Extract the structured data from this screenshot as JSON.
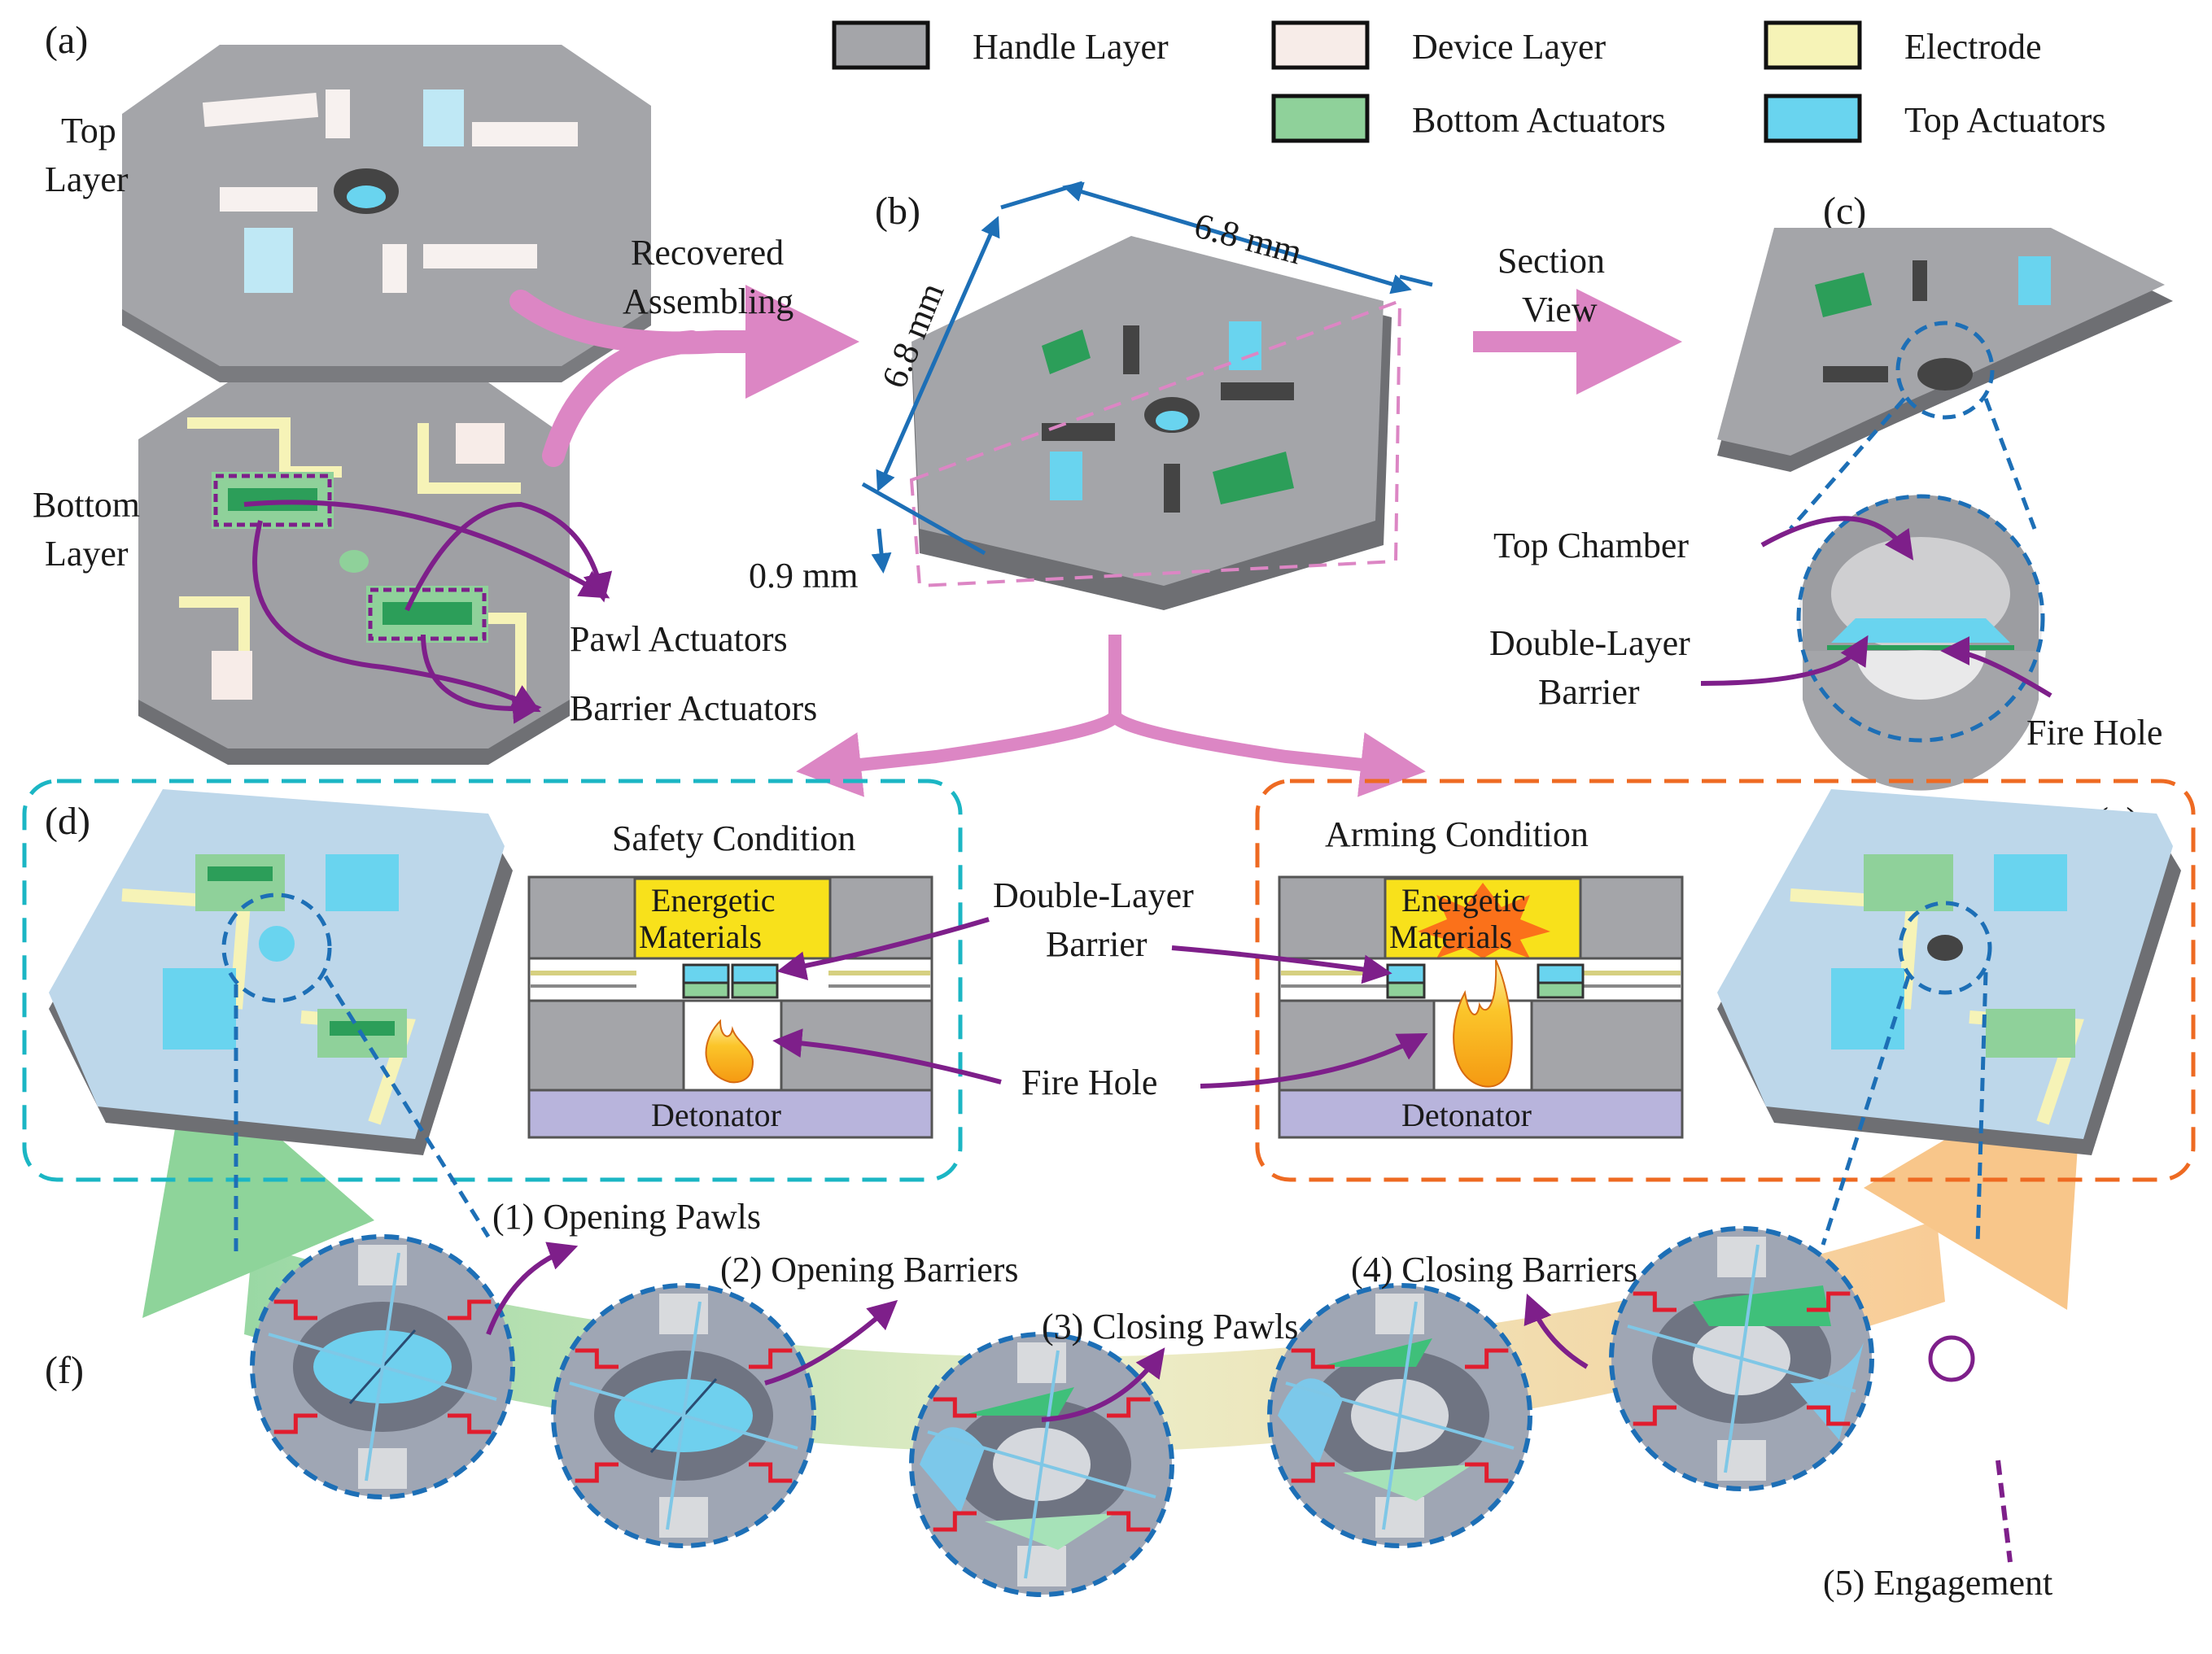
{
  "panels": {
    "a": "(a)",
    "b": "(b)",
    "c": "(c)",
    "d": "(d)",
    "e": "(e)",
    "f": "(f)"
  },
  "legend": [
    {
      "label": "Handle Layer",
      "color": "#a4a5a9"
    },
    {
      "label": "Device Layer",
      "color": "#f7ece8"
    },
    {
      "label": "Electrode",
      "color": "#f6f3b7"
    },
    {
      "label": "Bottom Actuators",
      "color": "#8fd19a"
    },
    {
      "label": "Top Actuators",
      "color": "#69d4ef"
    }
  ],
  "a": {
    "top_layer": [
      "Top",
      "Layer"
    ],
    "bottom_layer": [
      "Bottom",
      "Layer"
    ],
    "pawl": "Pawl Actuators",
    "barrier": "Barrier Actuators",
    "assembling": [
      "Recovered",
      "Assembling"
    ]
  },
  "b": {
    "dim_w": "6.8 mm",
    "dim_h": "6.8 mm",
    "dim_t": "0.9 mm",
    "section": [
      "Section",
      "View"
    ]
  },
  "c": {
    "top_chamber": "Top Chamber",
    "barrier": [
      "Double-Layer",
      "Barrier"
    ],
    "fire_hole": "Fire Hole"
  },
  "schematic": {
    "safety_title": "Safety Condition",
    "arming_title": "Arming Condition",
    "energetic": [
      "Energetic",
      "Materials"
    ],
    "detonator": "Detonator",
    "barrier": [
      "Double-Layer",
      "Barrier"
    ],
    "fire_hole": "Fire Hole"
  },
  "steps": [
    "(1) Opening Pawls",
    "(2) Opening Barriers",
    "(3) Closing Pawls",
    "(4) Closing Barriers",
    "(5) Engagement"
  ],
  "colors": {
    "arrow_pink": "#dc86c4",
    "callout_purple": "#7e1f8a",
    "dim_blue": "#1d6fb6",
    "cyan_frame": "#1bb6c4",
    "orange_frame": "#ee6a22",
    "energetic_yellow": "#f8e11b",
    "detonator_lavender": "#b8b4dc"
  }
}
